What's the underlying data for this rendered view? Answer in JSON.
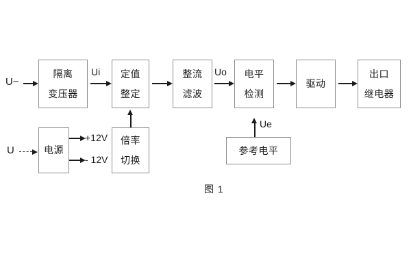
{
  "figure": {
    "caption": "图 1",
    "background_color": "#ffffff",
    "box_border_color": "#8c8c8c",
    "ink_color": "#1b1b1b"
  },
  "blocks": [
    {
      "id": "isolation-transformer",
      "lines": [
        "隔离",
        "变压器"
      ]
    },
    {
      "id": "setting-value",
      "lines": [
        "定值",
        "整定"
      ]
    },
    {
      "id": "rectify-filter",
      "lines": [
        "整流",
        "滤波"
      ]
    },
    {
      "id": "level-detection",
      "lines": [
        "电平",
        "检测"
      ]
    },
    {
      "id": "drive",
      "lines": [
        "驱动"
      ]
    },
    {
      "id": "output-relay",
      "lines": [
        "出口",
        "继电器"
      ]
    },
    {
      "id": "power-supply",
      "lines": [
        "电源"
      ]
    },
    {
      "id": "multiplier-switch",
      "lines": [
        "倍率",
        "切换"
      ]
    },
    {
      "id": "reference-level",
      "lines": [
        "参考电平"
      ]
    }
  ],
  "signals": {
    "input_ac": "U~",
    "input_dc": "U",
    "ui": "Ui",
    "uo": "Uo",
    "ue": "Ue",
    "rail_positive": "+12V",
    "rail_negative": "- 12V"
  }
}
